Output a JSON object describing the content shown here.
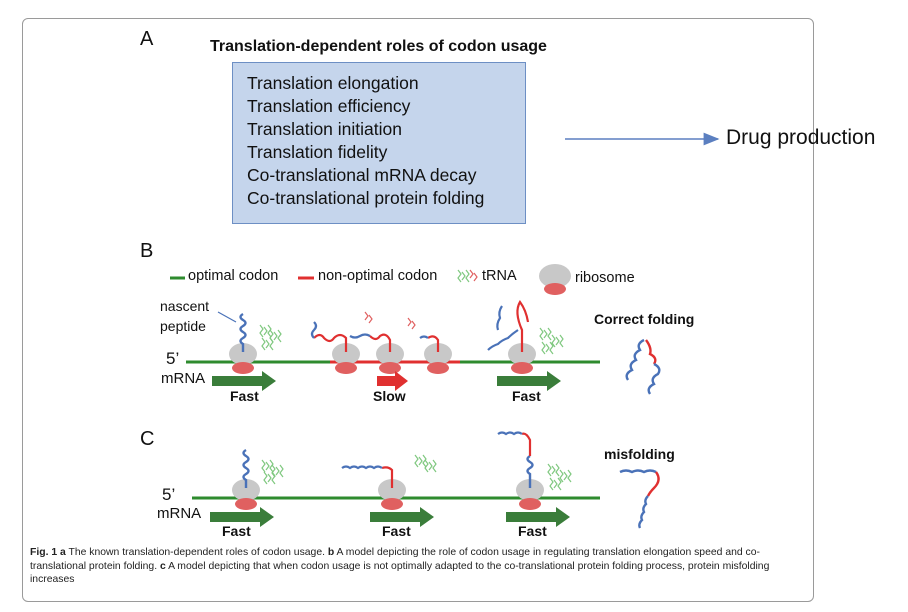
{
  "panel_a": {
    "letter": "A",
    "title": "Translation-dependent roles of codon usage",
    "roles": [
      "Translation elongation",
      "Translation efficiency",
      "Translation initiation",
      "Translation fidelity",
      "Co-translational mRNA decay",
      "Co-translational protein folding"
    ],
    "arrow_target": "Drug production"
  },
  "panel_b": {
    "letter": "B",
    "legend": {
      "optimal": "optimal codon",
      "non_optimal": "non-optimal codon",
      "trna": "tRNA",
      "ribosome": "ribosome"
    },
    "nascent_label": "nascent\npeptide",
    "five_prime": "5’",
    "mrna": "mRNA",
    "speeds": [
      "Fast",
      "Slow",
      "Fast"
    ],
    "outcome": "Correct folding"
  },
  "panel_c": {
    "letter": "C",
    "five_prime": "5’",
    "mrna": "mRNA",
    "speeds": [
      "Fast",
      "Fast",
      "Fast"
    ],
    "outcome": "misfolding"
  },
  "caption": {
    "fig": "Fig. 1",
    "a": "a",
    "a_text": " The known translation-dependent roles of codon usage. ",
    "b": "b",
    "b_text": " A model depicting the role of codon usage in regulating translation elongation speed and co-translational protein folding. ",
    "c": "c",
    "c_text": " A model depicting that when codon usage is not optimally adapted to the co-translational protein folding process, protein misfolding increases"
  },
  "colors": {
    "optimal": "#2e8b2e",
    "non_optimal": "#e03030",
    "ribosome_large": "#c8c8c8",
    "ribosome_small": "#e06060",
    "peptide": "#4a72b8",
    "box_fill": "#c5d5ec",
    "trna": "#7fc87f"
  }
}
